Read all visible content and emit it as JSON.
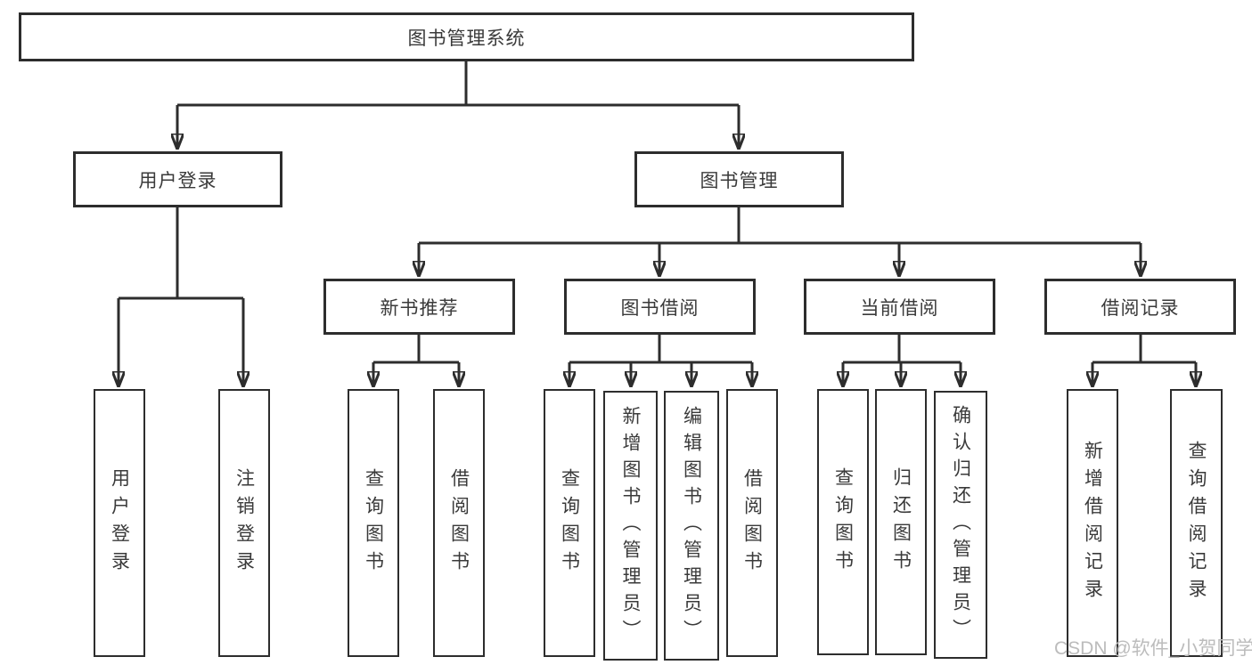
{
  "title": "图书管理系统",
  "branches": {
    "user": {
      "label": "用户登录",
      "children": [
        "用户登录",
        "注销登录"
      ]
    },
    "book": {
      "label": "图书管理",
      "groups": [
        {
          "label": "新书推荐",
          "children": [
            "查询图书",
            "借阅图书"
          ]
        },
        {
          "label": "图书借阅",
          "children": [
            "查询图书",
            "新增图书（管理员）",
            "编辑图书（管理员）",
            "借阅图书"
          ]
        },
        {
          "label": "当前借阅",
          "children": [
            "查询图书",
            "归还图书",
            "确认归还（管理员）"
          ]
        },
        {
          "label": "借阅记录",
          "children": [
            "新增借阅记录",
            "查询借阅记录"
          ]
        }
      ]
    }
  },
  "watermark": "CSDN @软件_小贺同学",
  "colors": {
    "line": "#2d2d2d",
    "box_border": "#2d2d2d",
    "box_fill": "#ffffff",
    "text": "#3a3a3a",
    "watermark": "#bcbcbc"
  }
}
